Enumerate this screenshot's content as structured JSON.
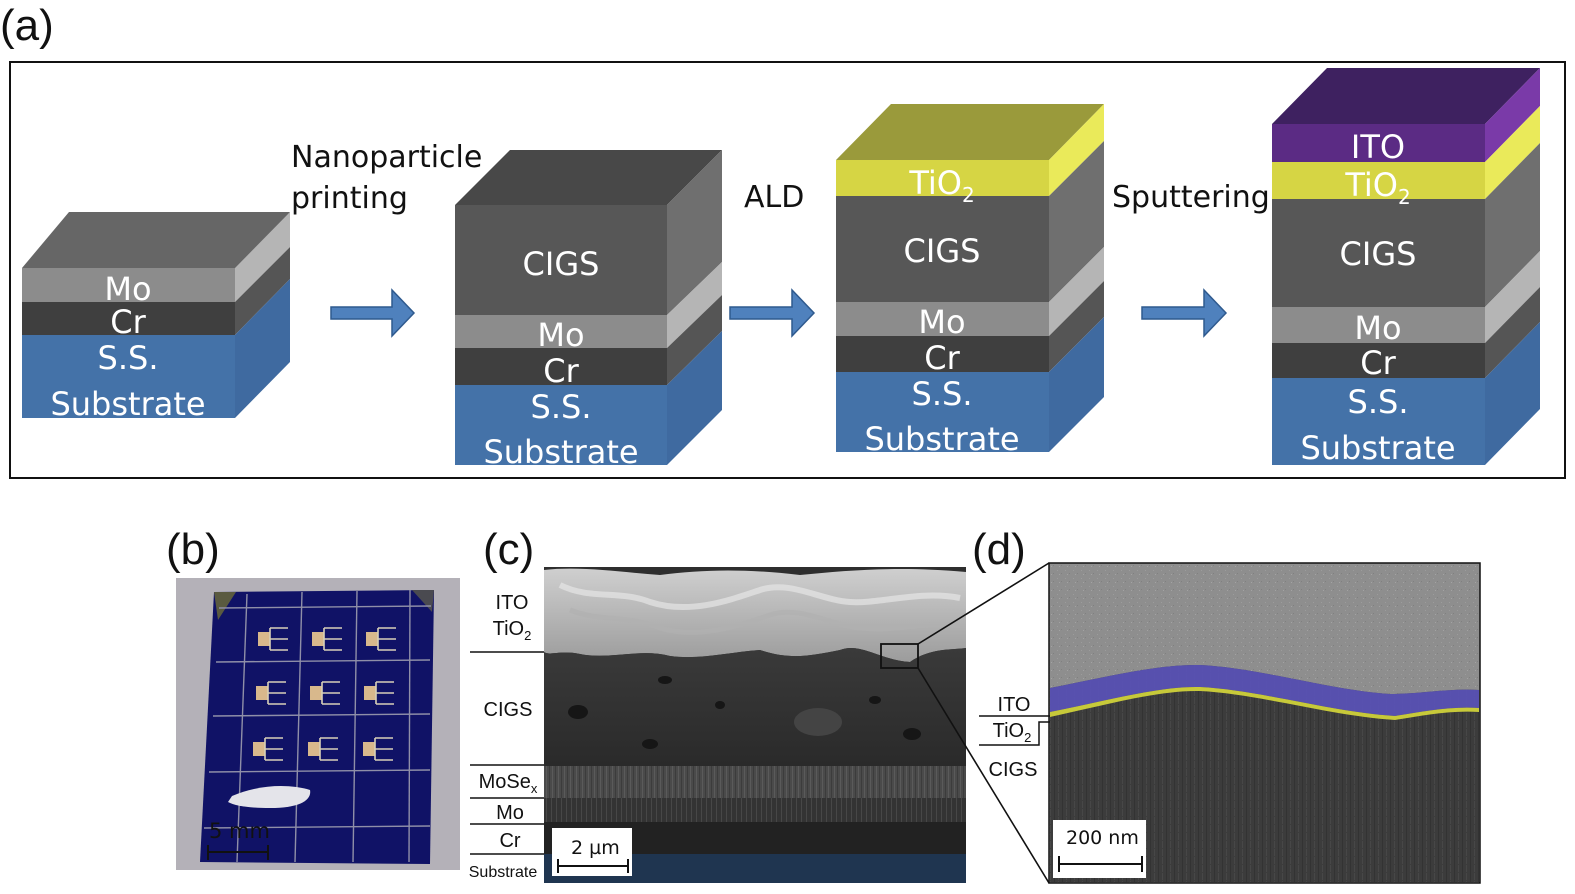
{
  "panel_labels": {
    "a": "(a)",
    "b": "(b)",
    "c": "(c)",
    "d": "(d)"
  },
  "process": {
    "step1": "Nanoparticle",
    "step1b": "printing",
    "step2": "ALD",
    "step3": "Sputtering"
  },
  "layers": {
    "mo": "Mo",
    "cr": "Cr",
    "ss": "S.S.",
    "substrate": "Substrate",
    "cigs": "CIGS",
    "tio2_base": "TiO",
    "tio2_sub": "2",
    "ito": "ITO"
  },
  "panel_b": {
    "scale": "5 mm"
  },
  "panel_c": {
    "ito": "ITO",
    "tio2_base": "TiO",
    "tio2_sub": "2",
    "cigs": "CIGS",
    "mosex_base": "MoSe",
    "mosex_sub": "x",
    "mo": "Mo",
    "cr": "Cr",
    "substrate": "Substrate",
    "scale": "2 µm"
  },
  "panel_d": {
    "ito": "ITO",
    "tio2_base": "TiO",
    "tio2_sub": "2",
    "cigs": "CIGS",
    "scale": "200 nm"
  },
  "colors": {
    "substrate_blue": "#4472a8",
    "cr_dark": "#3f3f3f",
    "mo_gray": "#8c8c8c",
    "cigs_gray": "#575757",
    "tio2_yellow": "#d6d544",
    "ito_purple": "#5b2b84",
    "arrow_blue": "#4f81bd"
  }
}
